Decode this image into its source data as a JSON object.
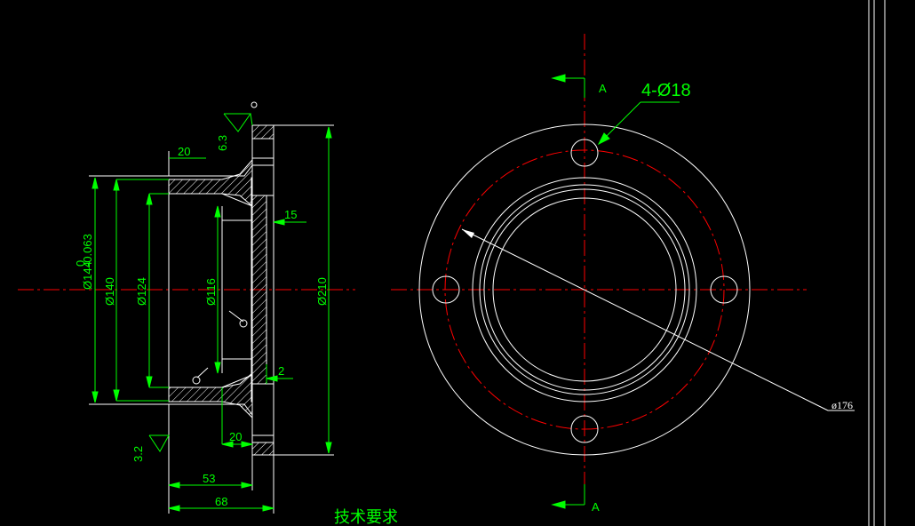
{
  "colors": {
    "background": "#000000",
    "geometry": "#ffffff",
    "dimension": "#00ff00",
    "centerline": "#ff0000"
  },
  "section_view": {
    "dim_top_20": "20",
    "roughness_top": "6.3",
    "dim_15": "15",
    "dia_144": "Ø144",
    "dia_144_tol": "0",
    "dia_144_tol_low": "-0.063",
    "dia_140": "Ø140",
    "dia_124": "Ø124",
    "dia_116": "Ø116",
    "dia_210": "Ø210",
    "dim_2": "2",
    "dim_bottom_20": "20",
    "roughness_bottom": "3.2",
    "dim_53": "53",
    "dim_68": "68"
  },
  "front_view": {
    "section_mark_top": "A",
    "section_mark_bottom": "A",
    "holes_label": "4-Ø18",
    "pcd_label": "ø176"
  },
  "notes_title": "技术要求"
}
